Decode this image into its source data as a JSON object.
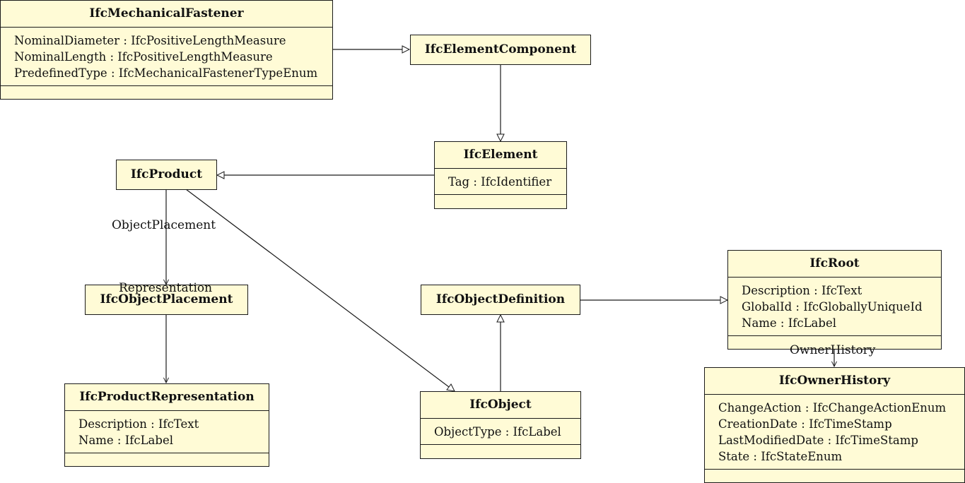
{
  "classes": {
    "mechanical_fastener": {
      "name": "IfcMechanicalFastener",
      "attributes": [
        "NominalDiameter : IfcPositiveLengthMeasure",
        "NominalLength : IfcPositiveLengthMeasure",
        "PredefinedType : IfcMechanicalFastenerTypeEnum"
      ]
    },
    "element_component": {
      "name": "IfcElementComponent"
    },
    "element": {
      "name": "IfcElement",
      "attributes": [
        "Tag : IfcIdentifier"
      ]
    },
    "product": {
      "name": "IfcProduct"
    },
    "object_placement": {
      "name": "IfcObjectPlacement"
    },
    "product_representation": {
      "name": "IfcProductRepresentation",
      "attributes": [
        "Description : IfcText",
        "Name : IfcLabel"
      ]
    },
    "object_definition": {
      "name": "IfcObjectDefinition"
    },
    "object": {
      "name": "IfcObject",
      "attributes": [
        "ObjectType : IfcLabel"
      ]
    },
    "root": {
      "name": "IfcRoot",
      "attributes": [
        "Description : IfcText",
        "GlobalId : IfcGloballyUniqueId",
        "Name : IfcLabel"
      ]
    },
    "owner_history": {
      "name": "IfcOwnerHistory",
      "attributes": [
        "ChangeAction : IfcChangeActionEnum",
        "CreationDate : IfcTimeStamp",
        "LastModifiedDate : IfcTimeStamp",
        "State : IfcStateEnum"
      ]
    }
  },
  "associations": {
    "object_placement": "ObjectPlacement",
    "representation": "Representation",
    "owner_history": "OwnerHistory"
  },
  "colors": {
    "class_fill": "#fffbd6",
    "line": "#1a1a1a"
  }
}
